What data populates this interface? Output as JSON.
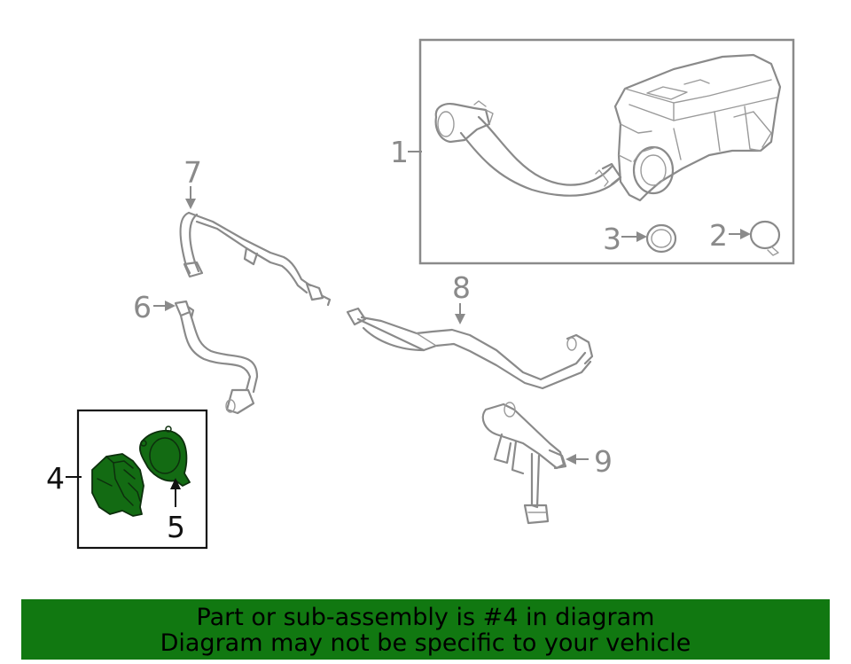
{
  "callouts": {
    "c1": "1",
    "c2": "2",
    "c3": "3",
    "c4": "4",
    "c5": "5",
    "c6": "6",
    "c7": "7",
    "c8": "8",
    "c9": "9"
  },
  "highlighted_part": "4",
  "colors": {
    "highlight": "#136b13",
    "banner": "#117811",
    "lines": "#8a8a8a"
  },
  "banner": {
    "line1": "Part or sub-assembly is #4 in diagram",
    "line2": "Diagram may not be specific to your vehicle"
  }
}
